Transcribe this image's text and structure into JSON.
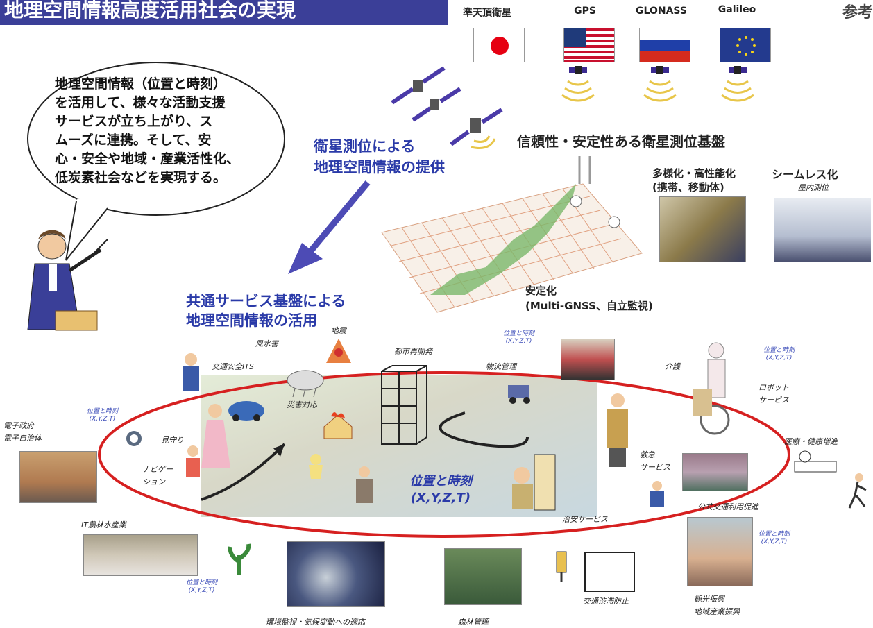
{
  "title": "地理空間情報高度活用社会の実現",
  "ref_tag": "参考",
  "satellites": [
    {
      "label": "準天頂衛星",
      "flag": "japan"
    },
    {
      "label": "GPS",
      "flag": "usa"
    },
    {
      "label": "GLONASS",
      "flag": "russia"
    },
    {
      "label": "Galileo",
      "flag": "eu"
    }
  ],
  "speech_bubble": [
    "地理空間情報（位置と時刻）",
    "を活用して、様々な活動支援",
    "サービスが立ち上がり、ス",
    "ムーズに連携。そして、安",
    "心・安全や地域・産業活性化、",
    "低炭素社会などを実現する。"
  ],
  "satellite_provision": [
    "衛星測位による",
    "地理空間情報の提供"
  ],
  "reliable_base": "信頼性・安定性ある衛星測位基盤",
  "diversification": [
    "多様化・高性能化",
    "(携帯、移動体)"
  ],
  "seamless": "シームレス化",
  "indoor": "屋内測位",
  "stabilization": [
    "安定化",
    "(Multi-GNSS、自立監視)"
  ],
  "common_service": [
    "共通サービス基盤による",
    "地理空間情報の活用"
  ],
  "center": [
    "位置と時刻",
    "(X,Y,Z,T)"
  ],
  "pos_time": [
    "位置と時刻",
    "(X,Y,Z,T)"
  ],
  "services": {
    "fusuigai": "風水害",
    "jishin": "地震",
    "koutsu_its": "交通安全ITS",
    "toshi": "都市再開発",
    "butsuryu": "物流管理",
    "kaigo": "介護",
    "robot": [
      "ロボット",
      "サービス"
    ],
    "iryou": "医療・健康増進",
    "saigai": "災害対応",
    "mamori": "見守り",
    "navi": [
      "ナビゲー",
      "ション"
    ],
    "egov": [
      "電子政府",
      "電子自治体"
    ],
    "kyukyu": [
      "救急",
      "サービス"
    ],
    "koukyou": "公共交通利用促進",
    "chian": "治安サービス",
    "it_nourin": "IT農林水産業",
    "jutai": "交通渋滞防止",
    "kankou": [
      "観光振興",
      "地域産業振興"
    ],
    "kankyo": "環境監視・気候変動への適応",
    "shinrin": "森林管理"
  },
  "colors": {
    "title_bg": "#3b3f98",
    "accent_blue": "#2a3aa8",
    "ellipse": "#d62020",
    "arrow": "#4d4bb5"
  }
}
